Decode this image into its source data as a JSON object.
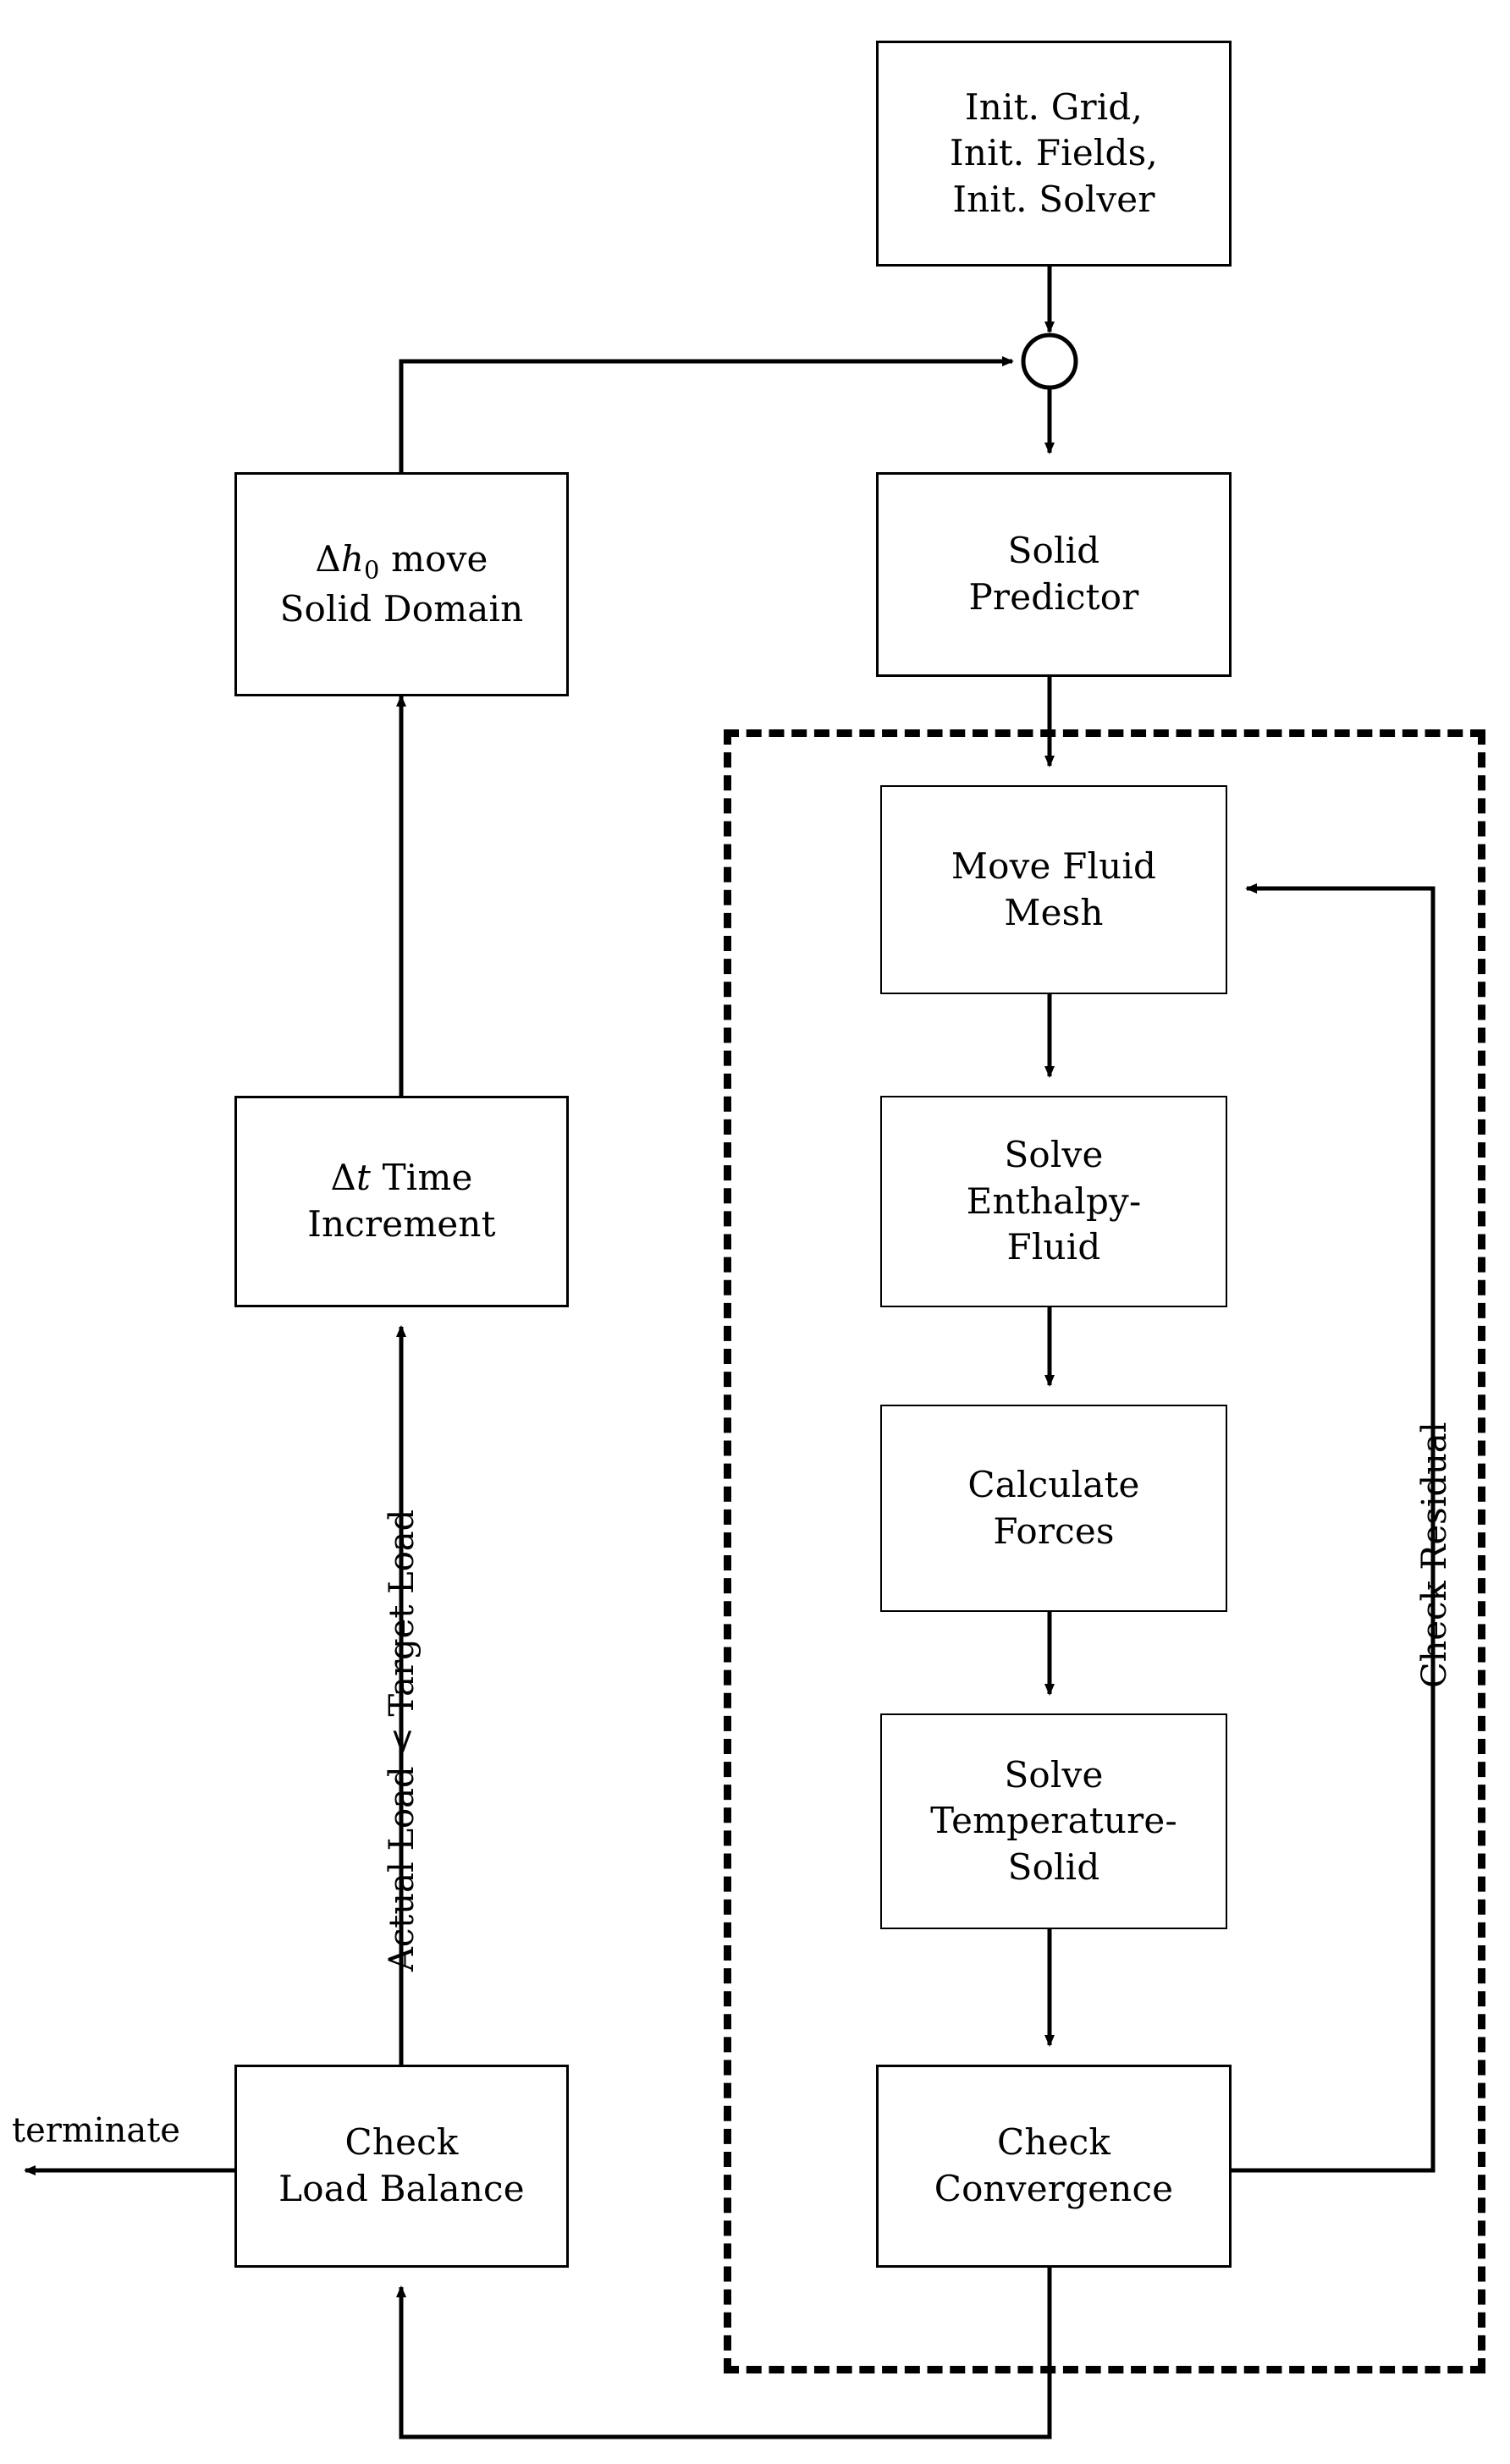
{
  "diagram": {
    "title": "FSI conjugate heat transfer solver flowchart",
    "type": "flowchart",
    "background_color": "#ffffff",
    "line_color": "#000000",
    "nodes": [
      {
        "id": "init",
        "label": "Init. Grid,\nInit. Fields,\nInit. Solver",
        "shape": "rectangle",
        "column": "right"
      },
      {
        "id": "junction",
        "label": "",
        "shape": "circle",
        "column": "right"
      },
      {
        "id": "solid_pred",
        "label": "Solid\nPredictor",
        "shape": "rectangle",
        "column": "right"
      },
      {
        "id": "move_mesh",
        "label": "Move Fluid\nMesh",
        "shape": "rectangle",
        "column": "right"
      },
      {
        "id": "enthalpy",
        "label": "Solve\nEnthalpy-\nFluid",
        "shape": "rectangle",
        "column": "right"
      },
      {
        "id": "forces",
        "label": "Calculate\nForces",
        "shape": "rectangle",
        "column": "right"
      },
      {
        "id": "temperature",
        "label": "Solve\nTemperature-\nSolid",
        "shape": "rectangle",
        "column": "right"
      },
      {
        "id": "convergence",
        "label": "Check\nConvergence",
        "shape": "rectangle",
        "column": "right"
      },
      {
        "id": "load_bal",
        "label": "Check\nLoad Balance",
        "shape": "rectangle",
        "column": "left"
      },
      {
        "id": "dt_inc",
        "label_math": "Δt Time\nIncrement",
        "shape": "rectangle",
        "column": "left"
      },
      {
        "id": "dh_move",
        "label_math": "Δh₀ move\nSolid Domain",
        "shape": "rectangle",
        "column": "left"
      }
    ],
    "node_text": {
      "init_line1": "Init. Grid,",
      "init_line2": "Init. Fields,",
      "init_line3": "Init. Solver",
      "solid_predictor_line1": "Solid",
      "solid_predictor_line2": "Predictor",
      "move_mesh_line1": "Move Fluid",
      "move_mesh_line2": "Mesh",
      "enthalpy_line1": "Solve",
      "enthalpy_line2": "Enthalpy-",
      "enthalpy_line3": "Fluid",
      "forces_line1": "Calculate",
      "forces_line2": "Forces",
      "temperature_line1": "Solve",
      "temperature_line2": "Temperature-",
      "temperature_line3": "Solid",
      "convergence_line1": "Check",
      "convergence_line2": "Convergence",
      "load_balance_line1": "Check",
      "load_balance_line2": "Load Balance",
      "dt_delta": "Δ",
      "dt_var": "t",
      "dt_rest": " Time",
      "dt_line2": "Increment",
      "dh_delta": "Δ",
      "dh_var": "h",
      "dh_sub": "0",
      "dh_rest": " move",
      "dh_line2": "Solid Domain"
    },
    "edge_labels": [
      {
        "id": "terminate",
        "text": "terminate",
        "orientation": "horizontal"
      },
      {
        "id": "actual_target",
        "text": "Actual Load < Target Load",
        "orientation": "vertical-ccw"
      },
      {
        "id": "check_residual",
        "text": "Check Residual",
        "orientation": "vertical-ccw"
      }
    ],
    "region": {
      "id": "coupling-iteration-region",
      "style": "dashed",
      "label": ""
    }
  }
}
